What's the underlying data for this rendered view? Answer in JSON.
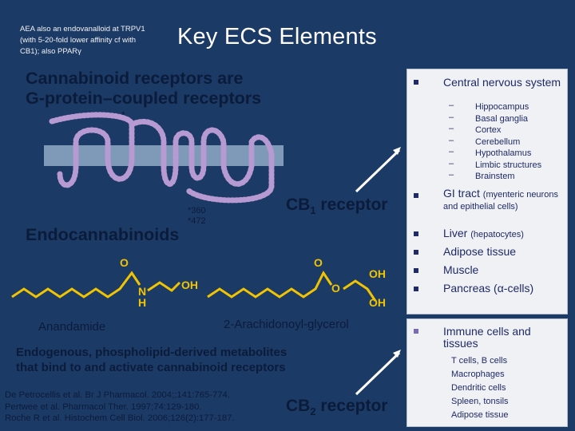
{
  "note": "AEA also an endovanalloid at TRPV1 (with 5-20-fold lower affinity cf with CB1); also PPARγ",
  "title": "Key ECS Elements",
  "receptor_heading": [
    "Cannabinoid receptors are",
    "G-protein–coupled receptors"
  ],
  "star_mark": "*",
  "star_labels": [
    "*360",
    "*472"
  ],
  "cb1_label": {
    "main": "CB",
    "sub": "1",
    "rest": " receptor"
  },
  "cb2_label": {
    "main": "CB",
    "sub": "2",
    "rest": " receptor"
  },
  "endo_heading": "Endocannabinoids",
  "molecules": {
    "left_name": "Anandamide",
    "right_name": "2-Arachidonoyl-glycerol",
    "atoms": {
      "O": "O",
      "N": "N",
      "H": "H",
      "OH": "OH"
    }
  },
  "endo_description": [
    "Endogenous, phospholipid-derived metabolites",
    "that bind to and activate cannabinoid receptors"
  ],
  "references": [
    "De Petrocellis et al. Br J Pharmacol. 2004;;141:765-774.",
    "Pertwee et al. Pharmacol Ther. 1997;74:129-180.",
    "Roche R et al. Histochem Cell Biol. 2006;126(2):177-187."
  ],
  "cb1_locations": {
    "cns": {
      "label": "Central nervous system",
      "items": [
        "Hippocampus",
        "Basal ganglia",
        "Cortex",
        "Cerebellum",
        "Hypothalamus",
        "Limbic structures",
        "Brainstem"
      ]
    },
    "gi": {
      "label": "GI tract",
      "detail": "(myenteric neurons and epithelial cells)"
    },
    "liver": {
      "label": "Liver",
      "detail": "(hepatocytes)"
    },
    "adipose": "Adipose tissue",
    "muscle": "Muscle",
    "pancreas": "Pancreas (α-cells)"
  },
  "cb2_locations": {
    "label": "Immune cells and tissues",
    "items": [
      "T cells, B cells",
      "Macrophages",
      "Dendritic cells",
      "Spleen, tonsils",
      "Adipose tissue"
    ]
  },
  "colors": {
    "background": "#1c3a66",
    "box": "#eff1f5",
    "dark_text": "#0b1c3a",
    "list_text": "#1f2a66",
    "membrane": "#7f9ab8",
    "helix": "#b79ad2"
  }
}
